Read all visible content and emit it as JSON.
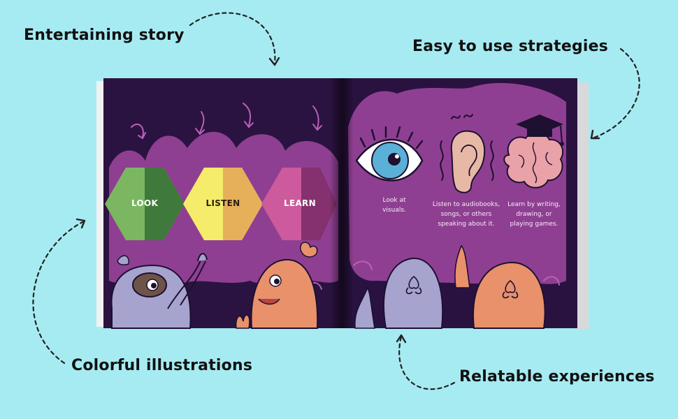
{
  "callouts": {
    "entertaining": "Entertaining story",
    "strategies": "Easy to use strategies",
    "colorful": "Colorful illustrations",
    "relatable": "Relatable experiences"
  },
  "left_page": {
    "hexagons": [
      "LOOK",
      "LISTEN",
      "LEARN"
    ]
  },
  "right_page": {
    "captions": {
      "look": "Look at visuals.",
      "listen": "Listen to audiobooks, songs, or others speaking about it.",
      "learn": "Learn by writing, drawing, or playing games."
    }
  },
  "colors": {
    "background": "#a6ebf2",
    "page_dark": "#2a1240",
    "purple_blob": "#8f3f91",
    "look_green": "#6aa84f",
    "listen_yellow": "#f1dc56",
    "learn_pink": "#c04f93"
  }
}
